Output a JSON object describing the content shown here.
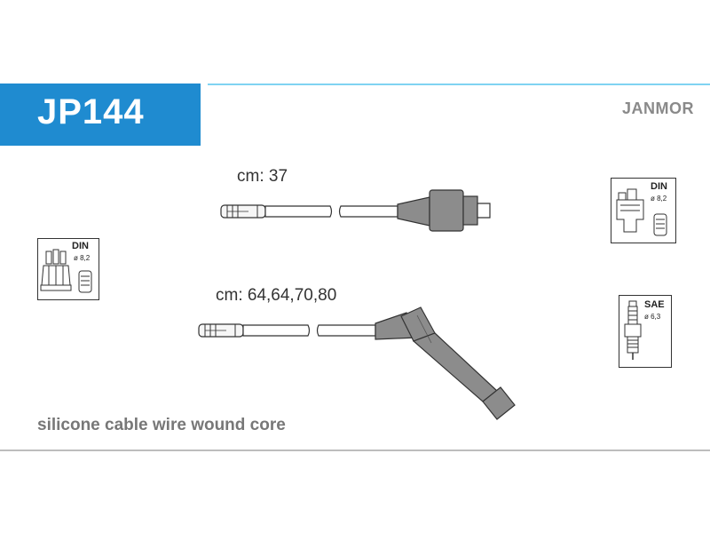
{
  "header": {
    "part_code": "JP144",
    "brand": "JANMOR"
  },
  "cables": [
    {
      "length_label": "cm: 37"
    },
    {
      "length_label": "cm: 64,64,70,80"
    }
  ],
  "connectors": {
    "distributor_left": {
      "standard": "DIN",
      "diameter": "ø 8,2"
    },
    "coil_right": {
      "standard": "DIN",
      "diameter": "ø 8,2"
    },
    "plug_right": {
      "standard": "SAE",
      "diameter": "ø 6,3"
    }
  },
  "footer": {
    "description": "silicone cable wire wound core"
  },
  "colors": {
    "accent_blue": "#1f8bd0",
    "line_cyan": "#7fd3f2",
    "cable_grey": "#8c8c8c"
  }
}
